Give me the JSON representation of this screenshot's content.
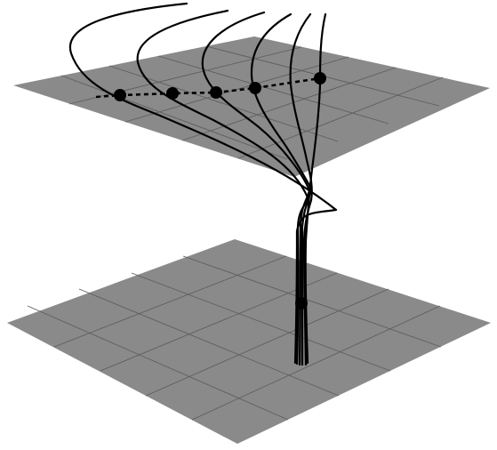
{
  "figure": {
    "kind": "two parallel grid planes with trajectory curves focusing to a single point",
    "upper_plane": {
      "grid_divisions": 5,
      "marked_points_count": 5,
      "dotted_guide_through_points": true
    },
    "lower_plane": {
      "grid_divisions": 5,
      "focal_points_count": 1
    },
    "curves_count": 6,
    "colors": {
      "background": "#ffffff",
      "plane_fill": "#8a8a8a",
      "grid_lines": "#5e5e5e",
      "curves": "#000000",
      "points": "#000000"
    }
  }
}
